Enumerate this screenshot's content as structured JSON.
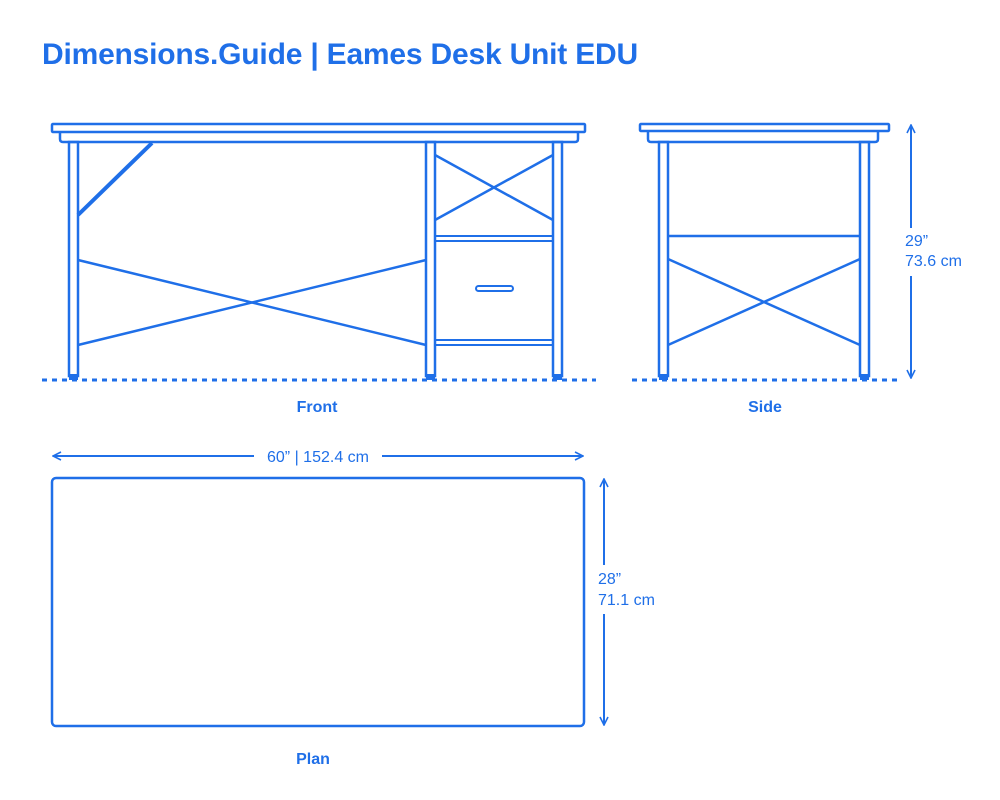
{
  "title": "Dimensions.Guide | Eames Desk Unit EDU",
  "views": {
    "front": "Front",
    "side": "Side",
    "plan": "Plan"
  },
  "dimensions": {
    "height_in": "29”",
    "height_cm": "73.6 cm",
    "width": "60” | 152.4 cm",
    "depth_in": "28”",
    "depth_cm": "71.1 cm"
  },
  "colors": {
    "accent": "#1f6fe8"
  }
}
